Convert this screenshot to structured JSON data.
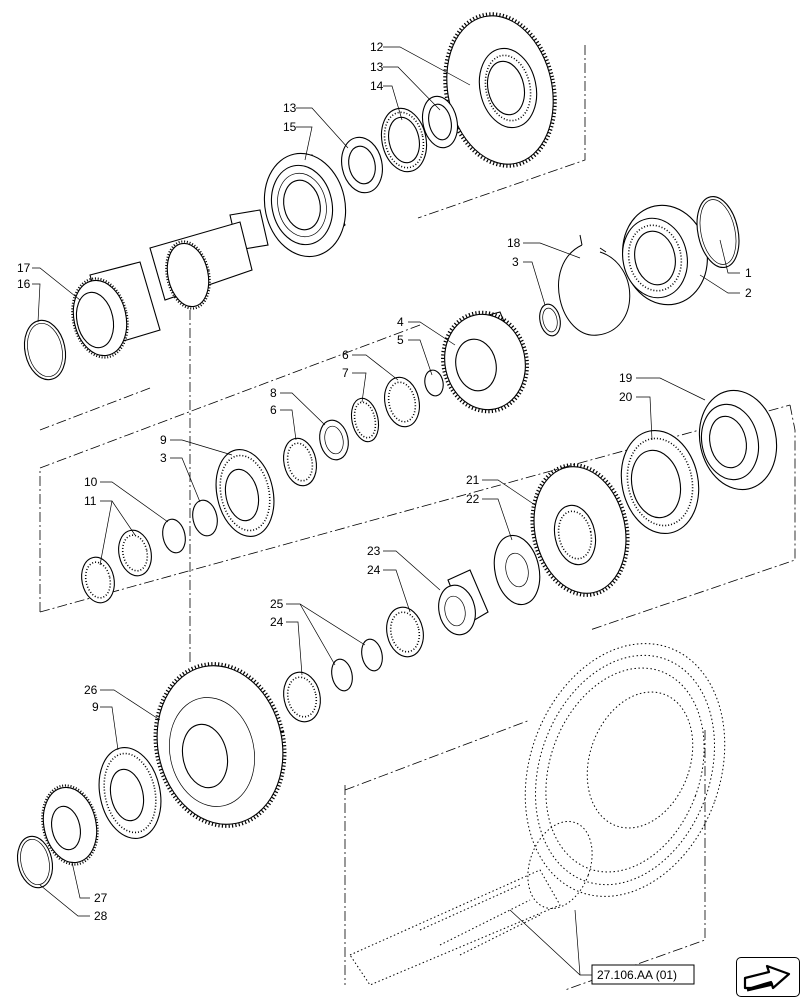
{
  "callouts": {
    "c1": "1",
    "c2": "2",
    "c3a": "3",
    "c3b": "3",
    "c4": "4",
    "c5": "5",
    "c6a": "6",
    "c6b": "6",
    "c7": "7",
    "c8": "8",
    "c9a": "9",
    "c9b": "9",
    "c10": "10",
    "c11": "11",
    "c12": "12",
    "c13a": "13",
    "c13b": "13",
    "c14": "14",
    "c15": "15",
    "c16": "16",
    "c17": "17",
    "c18": "18",
    "c19": "19",
    "c20": "20",
    "c21": "21",
    "c22": "22",
    "c23": "23",
    "c24a": "24",
    "c24b": "24",
    "c25": "25",
    "c26": "26",
    "c27": "27",
    "c28": "28"
  },
  "reference": {
    "label": "27.106.AA (01)"
  },
  "navigation": {
    "icon": "next-page-arrow-icon"
  }
}
